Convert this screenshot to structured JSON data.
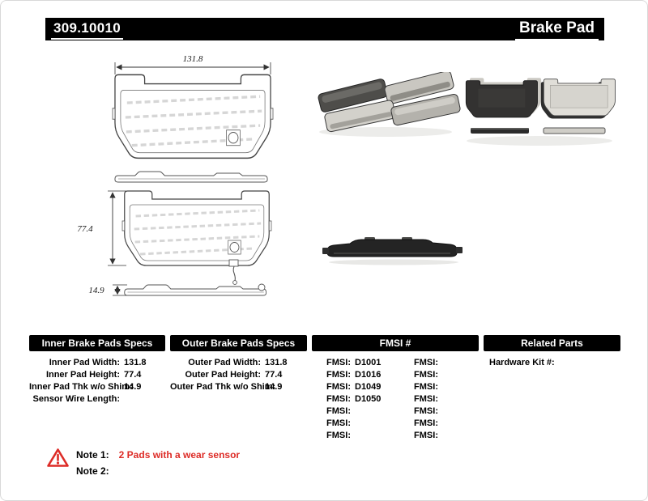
{
  "colors": {
    "header_bg": "#000000",
    "header_text": "#ffffff",
    "note_red": "#dd2c27"
  },
  "header": {
    "part_number": "309.10010",
    "product_type": "Brake Pad"
  },
  "drawings": {
    "width_label": "131.8",
    "height_label": "77.4",
    "thickness_label": "14.9"
  },
  "tables": {
    "inner": {
      "title": "Inner Brake Pads Specs",
      "rows": [
        {
          "label": "Inner Pad Width:",
          "value": "131.8"
        },
        {
          "label": "Inner Pad Height:",
          "value": "77.4"
        },
        {
          "label": "Inner Pad Thk w/o Shim:",
          "value": "14.9"
        },
        {
          "label": "Sensor Wire Length:",
          "value": ""
        }
      ]
    },
    "outer": {
      "title": "Outer Brake Pads Specs",
      "rows": [
        {
          "label": "Outer Pad Width:",
          "value": "131.8"
        },
        {
          "label": "Outer Pad Height:",
          "value": "77.4"
        },
        {
          "label": "Outer Pad Thk w/o Shim:",
          "value": "14.9"
        }
      ]
    },
    "fmsi": {
      "title": "FMSI #",
      "rows": [
        {
          "label1": "FMSI:",
          "value1": "D1001",
          "label2": "FMSI:",
          "value2": ""
        },
        {
          "label1": "FMSI:",
          "value1": "D1016",
          "label2": "FMSI:",
          "value2": ""
        },
        {
          "label1": "FMSI:",
          "value1": "D1049",
          "label2": "FMSI:",
          "value2": ""
        },
        {
          "label1": "FMSI:",
          "value1": "D1050",
          "label2": "FMSI:",
          "value2": ""
        },
        {
          "label1": "FMSI:",
          "value1": "",
          "label2": "FMSI:",
          "value2": ""
        },
        {
          "label1": "FMSI:",
          "value1": "",
          "label2": "FMSI:",
          "value2": ""
        },
        {
          "label1": "FMSI:",
          "value1": "",
          "label2": "FMSI:",
          "value2": ""
        }
      ]
    },
    "related": {
      "title": "Related Parts",
      "rows": [
        {
          "label": "Hardware Kit #:",
          "value": ""
        }
      ]
    }
  },
  "notes": {
    "note1_label": "Note 1:",
    "note1_text": "2 Pads with a wear sensor",
    "note2_label": "Note 2:",
    "note2_text": ""
  }
}
